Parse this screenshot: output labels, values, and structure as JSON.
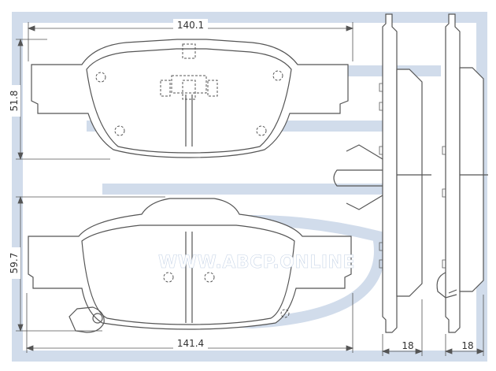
{
  "dimensions": {
    "top_pad_width": "140.1",
    "top_pad_height": "51.8",
    "bottom_pad_height": "59.7",
    "bottom_pad_width": "141.4",
    "side_view_1_thickness": "18",
    "side_view_2_thickness": "18"
  },
  "watermark": {
    "text": "WWW.ABCP.ONLINE",
    "color": "#c9d6e8"
  },
  "colors": {
    "line": "#555555",
    "background": "#ffffff"
  }
}
